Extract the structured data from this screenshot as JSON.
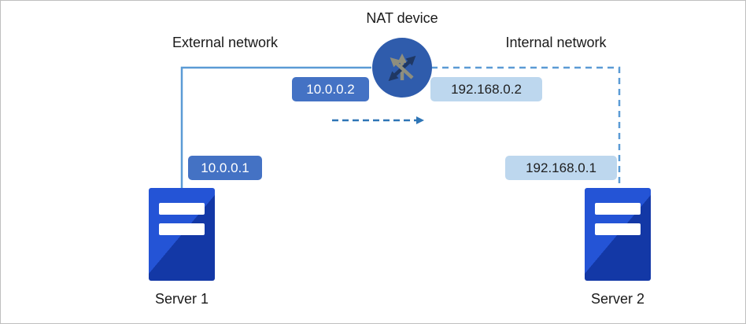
{
  "diagram": {
    "title": "NAT device",
    "external_network_label": "External network",
    "internal_network_label": "Internal network",
    "nat_external_ip": "10.0.0.2",
    "nat_internal_ip": "192.168.0.2",
    "server1": {
      "label": "Server 1",
      "ip": "10.0.0.1"
    },
    "server2": {
      "label": "Server 2",
      "ip": "192.168.0.1"
    }
  },
  "icons": {
    "router": "router-icon",
    "server": "server-icon",
    "flow_arrow": "dashed-right-arrow"
  },
  "colors": {
    "dark_badge_bg": "#4472C4",
    "dark_badge_text": "#FFFFFF",
    "light_badge_bg": "#BDD7EE",
    "light_badge_text": "#1F1F1F",
    "connection_line": "#5B9BD5",
    "flow_arrow": "#2E75B6",
    "router_fill": "#2F5CAC",
    "router_arrow_gray": "#8E8E7E",
    "router_arrow_navy": "#1F3864",
    "server_fill_light": "#2454D6",
    "server_fill_dark": "#1338A6",
    "text": "#1A1A1A",
    "border": "#BFBFBF"
  }
}
